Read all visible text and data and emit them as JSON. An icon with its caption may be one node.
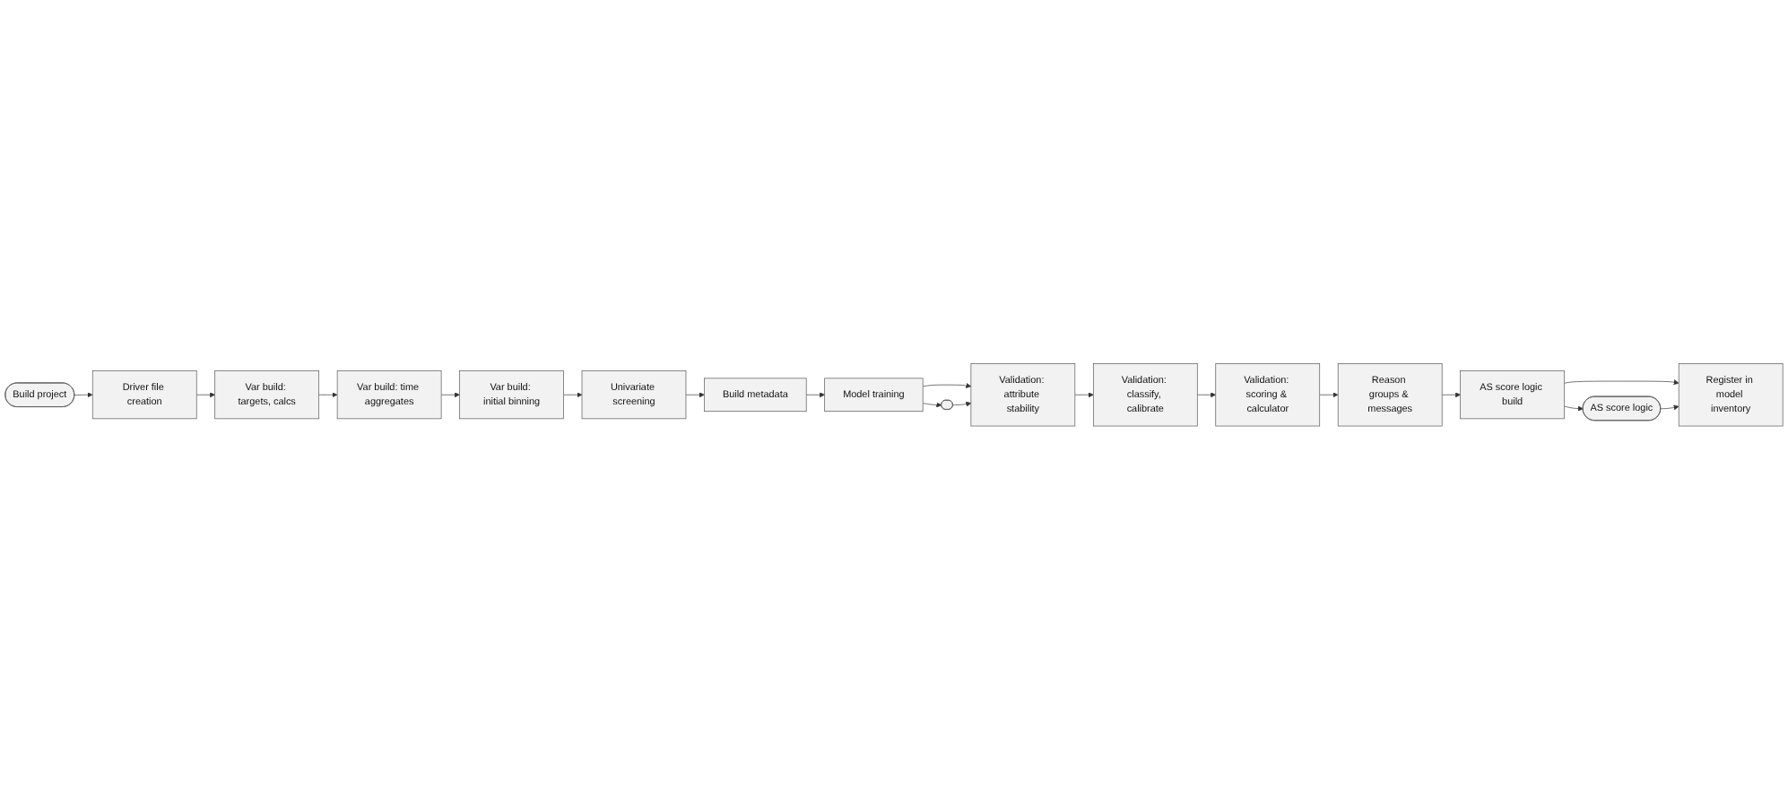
{
  "diagram": {
    "nodes": [
      {
        "text": [
          "Build project"
        ]
      },
      {
        "text": [
          "Driver file creation"
        ]
      },
      {
        "text": [
          "Var build: targets, calcs"
        ]
      },
      {
        "text": [
          "Var build: time aggregates"
        ]
      },
      {
        "text": [
          "Var build: initial binning"
        ]
      },
      {
        "text": [
          "Univariate screening"
        ]
      },
      {
        "text": [
          "Build metadata"
        ]
      },
      {
        "text": [
          "Model training"
        ]
      },
      {
        "text": [],
        "shape": "box"
      },
      {
        "text": [
          "Validation: attribute stability"
        ]
      },
      {
        "text": [
          "Validation: classify, calibrate"
        ]
      },
      {
        "text": [
          "Validation: scoring & calculator"
        ]
      },
      {
        "text": [
          "Reason groups & messages"
        ]
      },
      {
        "text": [
          "AS score logic build"
        ]
      },
      {
        "text": [
          "AS score logic"
        ]
      },
      {
        "text": [
          "Register in model inventory"
        ]
      }
    ],
    "edges": [
      {
        "from": 0,
        "to": 1,
        "arrow": "to"
      },
      {
        "from": 1,
        "to": 2,
        "arrow": "to"
      },
      {
        "from": 2,
        "to": 3,
        "arrow": "to"
      },
      {
        "from": 3,
        "to": 4,
        "arrow": "to"
      },
      {
        "from": 4,
        "to": 5,
        "arrow": "to"
      },
      {
        "from": 5,
        "to": 6,
        "arrow": "to"
      },
      {
        "from": 6,
        "to": 7,
        "arrow": "to"
      },
      {
        "from": 7,
        "to": 9,
        "arrow": "to"
      },
      {
        "from": 7,
        "to": 8,
        "arrow": "to"
      },
      {
        "from": 8,
        "to": 9,
        "arrow": "to"
      },
      {
        "from": 9,
        "to": 10,
        "arrow": "to"
      },
      {
        "from": 10,
        "to": 11,
        "arrow": "to"
      },
      {
        "from": 11,
        "to": 12,
        "arrow": "to"
      },
      {
        "from": 12,
        "to": 13,
        "arrow": "to"
      },
      {
        "from": 13,
        "to": 15,
        "arrow": "to"
      },
      {
        "from": 13,
        "to": 14,
        "arrow": "to"
      },
      {
        "from": 14,
        "to": 15,
        "arrow": "to"
      }
    ]
  }
}
